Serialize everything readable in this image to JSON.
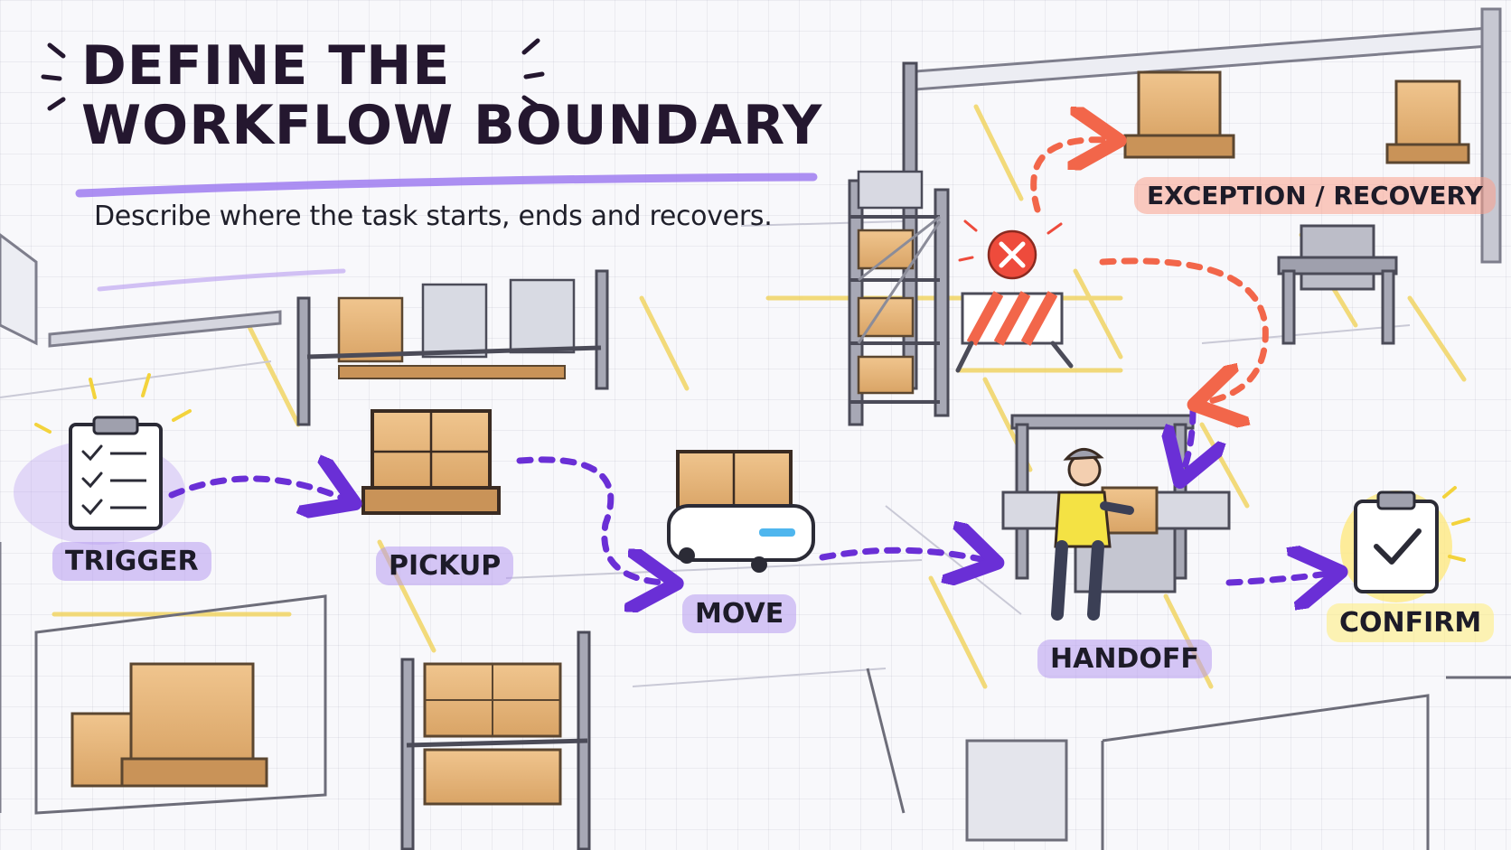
{
  "title": {
    "line1": "DEFINE THE",
    "line2": "WORKFLOW BOUNDARY"
  },
  "subtitle": "Describe where the task starts, ends and recovers.",
  "steps": {
    "trigger": "TRIGGER",
    "pickup": "PICKUP",
    "move": "MOVE",
    "handoff": "HANDOFF",
    "confirm": "CONFIRM",
    "exception": "EXCEPTION / RECOVERY"
  },
  "colors": {
    "flow_arrow": "#6a2fd6",
    "recovery_arrow": "#f2664a",
    "purple_highlight": "#b79bf0",
    "yellow_highlight": "#ffe879",
    "error_red": "#ee4b3c",
    "box_kraft": "#e6b57a",
    "floor_marking": "#f0d25a"
  },
  "icons": [
    "clipboard-checklist-icon",
    "pallet-boxes-icon",
    "robot-cart-icon",
    "worker-icon",
    "clipboard-check-icon",
    "error-x-icon",
    "barrier-icon"
  ]
}
